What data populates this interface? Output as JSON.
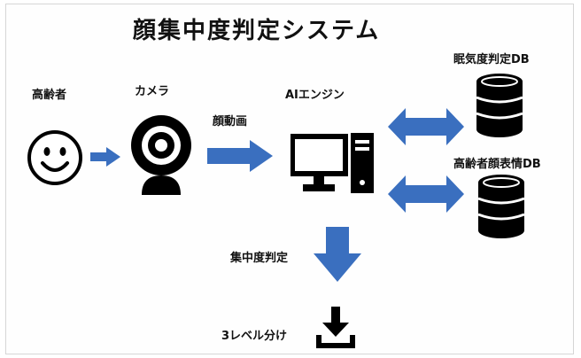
{
  "title": "顔集中度判定システム",
  "labels": {
    "elderly": "高齢者",
    "camera": "カメラ",
    "face_video": "顔動画",
    "ai_engine": "AIエンジン",
    "sleepiness_db": "眠気度判定DB",
    "elderly_face_db": "高齢者顔表情DB",
    "concentration_judgment": "集中度判定",
    "three_level_classification": "3レベル分け"
  },
  "colors": {
    "arrow": "#3a6fbf",
    "icon": "#000000"
  },
  "icons": {
    "elderly": "smiley-face-icon",
    "camera": "webcam-icon",
    "ai_engine": "desktop-computer-icon",
    "database": "database-icon",
    "output": "download-icon"
  }
}
